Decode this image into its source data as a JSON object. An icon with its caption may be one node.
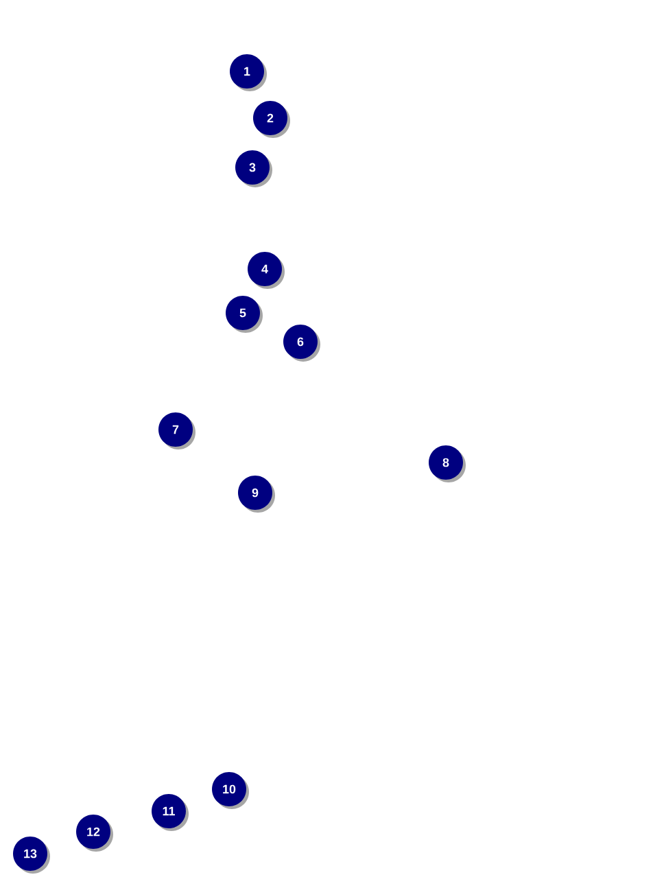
{
  "diagram": {
    "nodes": [
      {
        "text": [
          "1"
        ]
      },
      {
        "text": [
          "2"
        ]
      },
      {
        "text": [
          "3"
        ]
      },
      {
        "text": [
          "4"
        ]
      },
      {
        "text": [
          "5"
        ]
      },
      {
        "text": [
          "6"
        ]
      },
      {
        "text": [
          "7"
        ]
      },
      {
        "text": [
          "8"
        ]
      },
      {
        "text": [
          "9"
        ]
      },
      {
        "text": [
          "10"
        ]
      },
      {
        "text": [
          "11"
        ]
      },
      {
        "text": [
          "12"
        ]
      },
      {
        "text": [
          "13"
        ]
      }
    ]
  }
}
